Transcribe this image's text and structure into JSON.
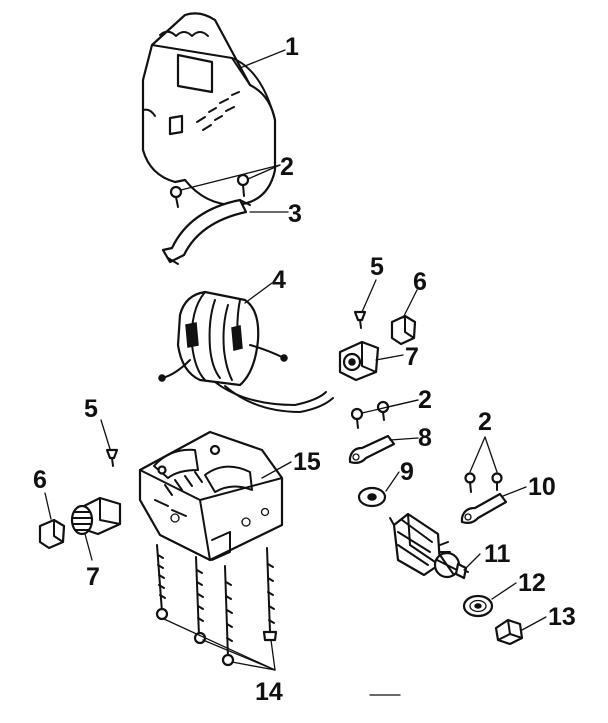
{
  "callouts": {
    "c1": "1",
    "c2a": "2",
    "c3": "3",
    "c4": "4",
    "c5a": "5",
    "c6a": "6",
    "c7a": "7",
    "c2b": "2",
    "c8": "8",
    "c2c": "2",
    "c9": "9",
    "c10": "10",
    "c5b": "5",
    "c6b": "6",
    "c7b": "7",
    "c15": "15",
    "c11": "11",
    "c12": "12",
    "c13": "13",
    "c14": "14"
  }
}
